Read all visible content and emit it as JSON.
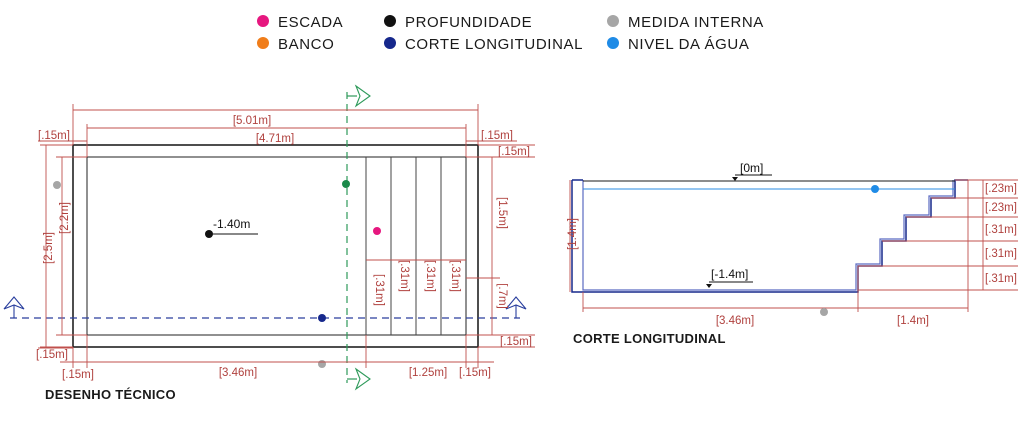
{
  "legend": {
    "escada": {
      "label": "ESCADA",
      "color": "#e6177f"
    },
    "banco": {
      "label": "BANCO",
      "color": "#f07d1a"
    },
    "profundidade": {
      "label": "PROFUNDIDADE",
      "color": "#111111"
    },
    "corte_longitudinal": {
      "label": "CORTE LONGITUDINAL",
      "color": "#16288c"
    },
    "medida_interna": {
      "label": "MEDIDA INTERNA",
      "color": "#a6a6a6"
    },
    "nivel_agua": {
      "label": "NIVEL DA ÁGUA",
      "color": "#1f8be6"
    }
  },
  "plan": {
    "caption": "DESENHO TÉCNICO",
    "depth": "-1.40m",
    "dims": {
      "total_length": "[5.01m]",
      "inner_length": "[4.71m]",
      "wall_top_left": "[.15m]",
      "wall_top_right": "[.15m]",
      "wall_right_top": "[.15m]",
      "total_width": "[2.5m]",
      "inner_width": "[2.2m]",
      "stair_width": "[1.5m]",
      "stair_tail": "[.7m]",
      "step1": "[.31m]",
      "step2": "[.31m]",
      "step3": "[.31m]",
      "step4": "[.31m]",
      "wall_bottom_left": "[.15m]",
      "wall_bottom_right": "[.15m]",
      "bottom_left": "[.15m]",
      "bottom_main": "[3.46m]",
      "bottom_stair": "[1.25m]",
      "bottom_right": "[.15m]"
    }
  },
  "section": {
    "caption": "CORTE LONGITUDINAL",
    "water_level": "[0m]",
    "floor_level": "[-1.4m]",
    "depth_side": "[1.4m]",
    "floor_length": "[3.46m]",
    "stair_length": "[1.4m]",
    "riser1": "[.23m]",
    "riser2": "[.23m]",
    "riser3": "[.31m]",
    "riser4": "[.31m]",
    "riser5": "[.31m]"
  }
}
